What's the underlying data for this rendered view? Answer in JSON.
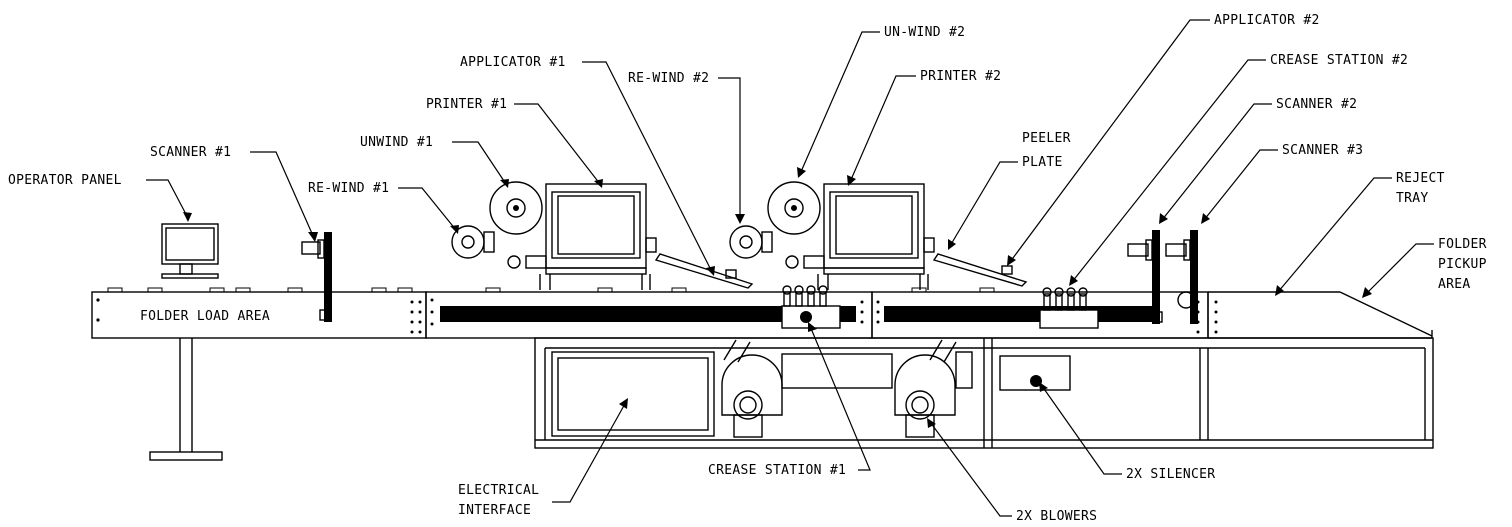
{
  "labels": {
    "operator_panel": "OPERATOR PANEL",
    "scanner_1": "SCANNER #1",
    "rewind_1": "RE-WIND #1",
    "unwind_1": "UNWIND #1",
    "printer_1": "PRINTER #1",
    "applicator_1": "APPLICATOR #1",
    "rewind_2": "RE-WIND #2",
    "unwind_2": "UN-WIND #2",
    "printer_2": "PRINTER #2",
    "peeler_plate_1": "PEELER",
    "peeler_plate_2": "PLATE",
    "applicator_2": "APPLICATOR #2",
    "crease_station_2": "CREASE STATION #2",
    "scanner_2": "SCANNER #2",
    "scanner_3": "SCANNER #3",
    "reject_tray_1": "REJECT",
    "reject_tray_2": "TRAY",
    "folder_pickup_1": "FOLDER",
    "folder_pickup_2": "PICKUP",
    "folder_pickup_3": "AREA",
    "folder_load_area": "FOLDER LOAD AREA",
    "electrical_interface_1": "ELECTRICAL",
    "electrical_interface_2": "INTERFACE",
    "crease_station_1": "CREASE STATION #1",
    "blowers": "2X BLOWERS",
    "silencer": "2X SILENCER"
  }
}
